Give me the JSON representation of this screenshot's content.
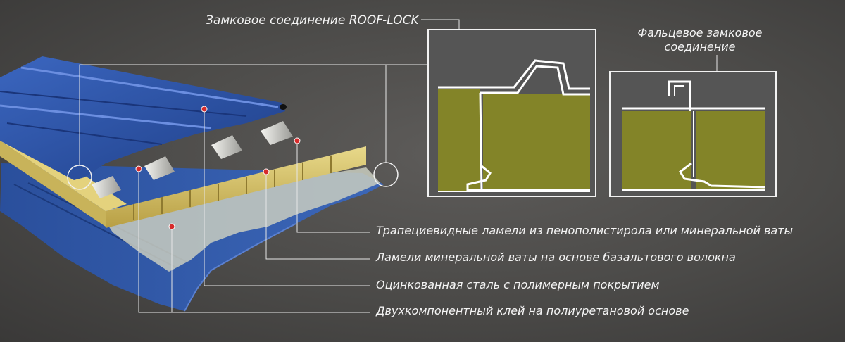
{
  "diagram": {
    "roof_lock_title": "Замковое соединение ROOF-LOCK",
    "falz_title": "Фальцевое замковое соединение",
    "layers": [
      "Трапециевидные ламели из пенополистирола или минеральной ваты",
      "Ламели минеральной ваты на основе базальтового волокна",
      "Оцинкованная сталь с полимерным покрытием",
      "Двухкомпонентный клей на полиуретановой основе"
    ]
  },
  "colors": {
    "background": "#4b4a48",
    "steel_blue": "#2e55a6",
    "mineral_wool": "#d9c46a",
    "core_olive": "#8a8a2e",
    "callout_line": "#e6e6e6",
    "marker_red": "#d62b2b"
  }
}
